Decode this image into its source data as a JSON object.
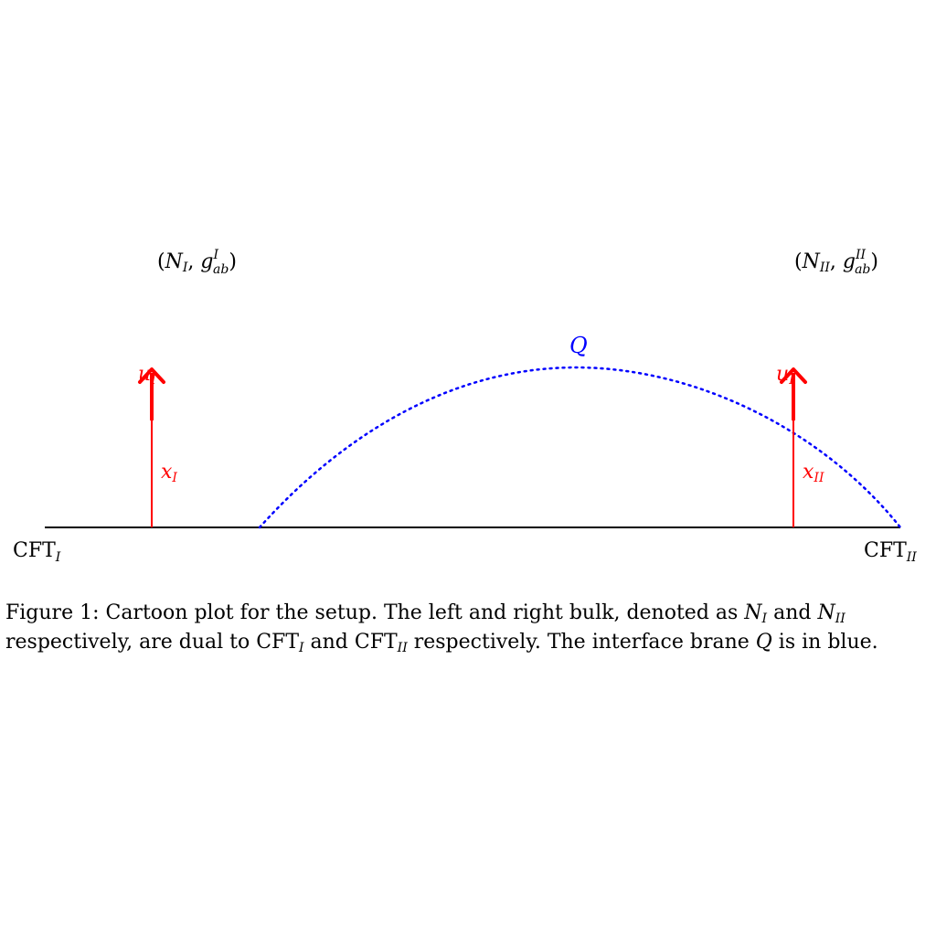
{
  "diagram": {
    "left_bulk": {
      "N": "N",
      "N_sub": "I",
      "g": "g",
      "g_sup": "I",
      "g_sub": "ab"
    },
    "right_bulk": {
      "N": "N",
      "N_sub": "II",
      "g": "g",
      "g_sup": "II",
      "g_sub": "ab"
    },
    "brane": {
      "label": "Q",
      "color": "#0000ff"
    },
    "left_axis": {
      "x": "x",
      "x_sub": "I",
      "u": "u",
      "u_sub": "I"
    },
    "right_axis": {
      "x": "x",
      "x_sub": "II",
      "u": "u",
      "u_sub": "I"
    },
    "left_cft": {
      "text": "CFT",
      "sub": "I"
    },
    "right_cft": {
      "text": "CFT",
      "sub": "II"
    },
    "colors": {
      "axis": "#ff0000",
      "brane": "#0000ff",
      "boundary": "#000000"
    }
  },
  "caption": {
    "p1": "Figure 1: Cartoon plot for the setup. The left and right bulk, denoted as ",
    "N1": "N",
    "N1_sub": "I",
    "p2": " and ",
    "N2": "N",
    "N2_sub": "II",
    "p3": " respectively, are dual to CFT",
    "c1_sub": "I",
    "p4": " and CFT",
    "c2_sub": "II",
    "p5": " respectively. The interface brane ",
    "Q": "Q",
    "p6": " is in blue."
  }
}
